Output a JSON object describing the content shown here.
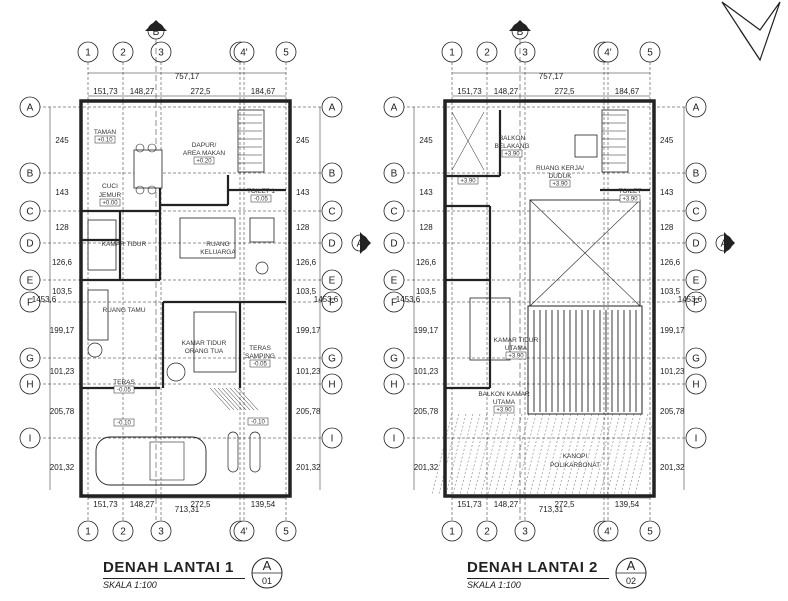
{
  "grid": {
    "cols": [
      "1",
      "2",
      "3",
      "4",
      "4'",
      "5"
    ],
    "rows": [
      "A",
      "B",
      "C",
      "D",
      "E",
      "F",
      "G",
      "H",
      "I"
    ],
    "section_b": "B",
    "section_a": "A"
  },
  "dims": {
    "total_width": "757,17",
    "top_segments": [
      "151,73",
      "148,27",
      "272,5",
      "184,67"
    ],
    "bottom_segments": [
      "151,73",
      "148,27",
      "272,5",
      "139,54"
    ],
    "bottom_total": "713,31",
    "row_heights": [
      "245",
      "143",
      "128",
      "126,6",
      "103,5",
      "199,17",
      "101,23",
      "205,78",
      "201,32"
    ],
    "total_height": "1453,6"
  },
  "plan1": {
    "title": "DENAH LANTAI 1",
    "scale": "SKALA 1:100",
    "tag_letter": "A",
    "tag_number": "01",
    "rooms": [
      {
        "name": "TAMAN",
        "elev": "+0.10"
      },
      {
        "name": "DAPUR/",
        "elev": ""
      },
      {
        "name": "AREA MAKAN",
        "elev": "+0.20"
      },
      {
        "name": "CUCI",
        "elev": ""
      },
      {
        "name": "JEMUR",
        "elev": "+0.00"
      },
      {
        "name": "TOILET 1",
        "elev": "-0.05"
      },
      {
        "name": "KAMAR TIDUR",
        "elev": ""
      },
      {
        "name": "RUANG",
        "elev": ""
      },
      {
        "name": "KELUARGA",
        "elev": ""
      },
      {
        "name": "RUANG TAMU",
        "elev": ""
      },
      {
        "name": "KAMAR TIDUR",
        "elev": ""
      },
      {
        "name": "ORANG TUA",
        "elev": ""
      },
      {
        "name": "TERAS",
        "elev": ""
      },
      {
        "name": "SAMPING",
        "elev": "-0.05"
      },
      {
        "name": "TERAS",
        "elev": "-0.05"
      },
      {
        "name": "",
        "elev": "-0.10"
      },
      {
        "name": "",
        "elev": "-0.10"
      }
    ]
  },
  "plan2": {
    "title": "DENAH LANTAI 2",
    "scale": "SKALA 1:100",
    "tag_letter": "A",
    "tag_number": "02",
    "rooms": [
      {
        "name": "BALKON",
        "elev": ""
      },
      {
        "name": "BELAKANG",
        "elev": "+3.90"
      },
      {
        "name": "RUANG KERJA/",
        "elev": ""
      },
      {
        "name": "DUDUK",
        "elev": "+3.90"
      },
      {
        "name": "",
        "elev": "+3.90"
      },
      {
        "name": "TOILET",
        "elev": "+3.90"
      },
      {
        "name": "KAMAR TIDUR",
        "elev": ""
      },
      {
        "name": "UTAMA",
        "elev": "+3.90"
      },
      {
        "name": "BALKON KAMAR",
        "elev": ""
      },
      {
        "name": "UTAMA",
        "elev": "+3.90"
      },
      {
        "name": "KANOPI",
        "elev": ""
      },
      {
        "name": "POLIKARBONAT",
        "elev": ""
      }
    ]
  }
}
